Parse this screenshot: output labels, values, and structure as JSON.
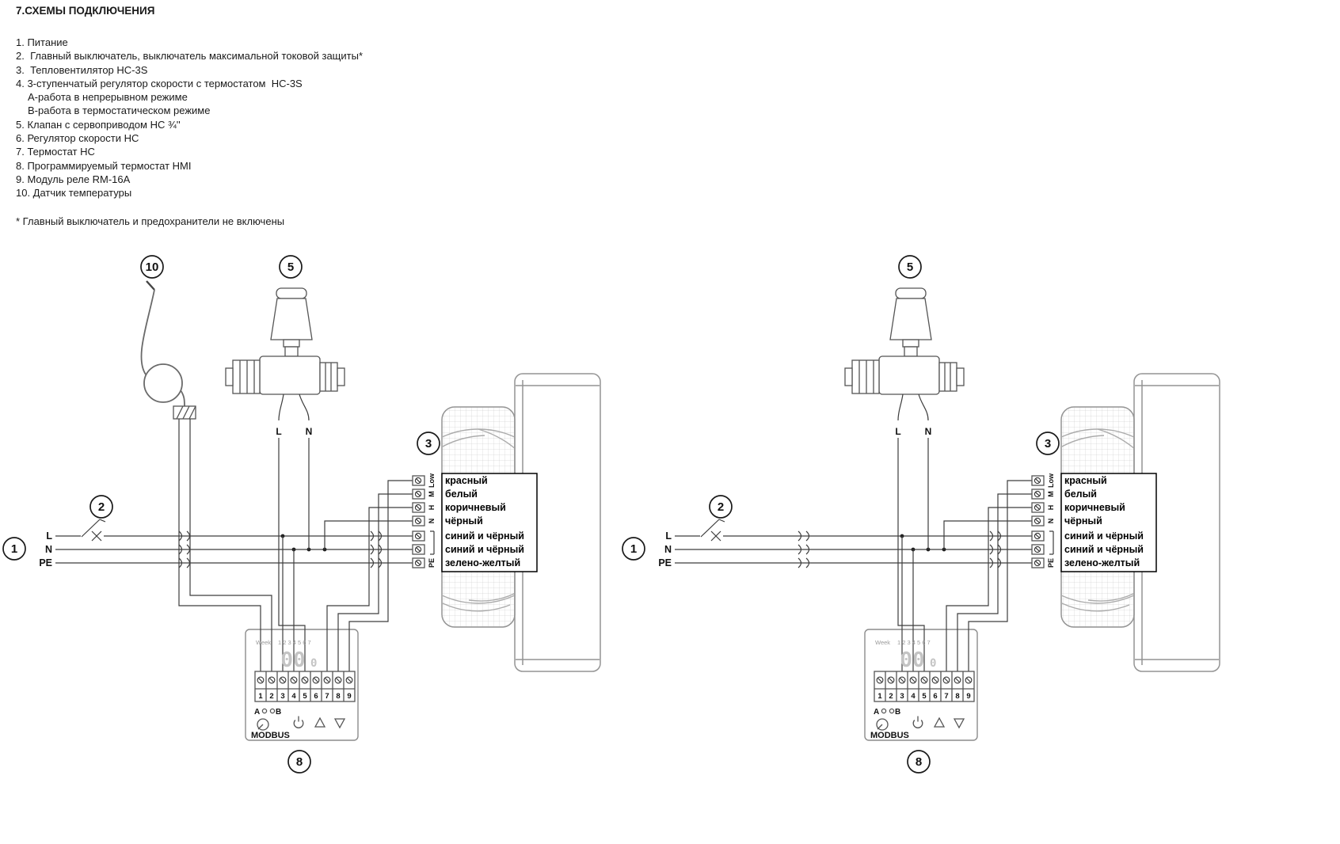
{
  "page": {
    "title": "7.СХЕМЫ ПОДКЛЮЧЕНИЯ"
  },
  "legend": {
    "items": [
      "1. Питание",
      "2.  Главный выключатель, выключатель максимальной токовой защиты*",
      "3.  Тепловентилятор HC-3S",
      "4. 3-ступенчатый регулятор скорости с термостатом  HC-3S",
      "A-работа в непрерывном режиме",
      "B-работа в термостатическом режиме",
      "5. Клапан с сервоприводом HC ¾''",
      "6. Регулятор скорости HC",
      "7. Термостат HC",
      "8. Программируемый термостат HMI",
      "9. Модуль реле RM-16A",
      "10. Датчик температуры"
    ],
    "footnote": "* Главный выключатель и предохранители не включены"
  },
  "diagram": {
    "badges": {
      "power": "1",
      "breaker": "2",
      "heater": "3",
      "valve": "5",
      "thermostat": "8",
      "sensor": "10"
    },
    "power": {
      "l": "L",
      "n": "N",
      "pe": "PE"
    },
    "valve": {
      "l": "L",
      "n": "N"
    },
    "fan_terminals": {
      "low": "Low",
      "m": "M",
      "h": "H",
      "n": "N",
      "pe": "PE"
    },
    "wire_colors": [
      "красный",
      "белый",
      "коричневый",
      "чёрный",
      "синий и чёрный",
      "синий и чёрный",
      "зелено-желтый"
    ],
    "thermostat": {
      "week_label": "Week",
      "week_days": "1 2 3 4 5 6 7",
      "display_main": "00",
      "display_sub": "0",
      "terminals": [
        "1",
        "2",
        "3",
        "4",
        "5",
        "6",
        "7",
        "8",
        "9"
      ],
      "a_label": "A",
      "b_label": "B",
      "modbus_label": "MODBUS"
    }
  }
}
